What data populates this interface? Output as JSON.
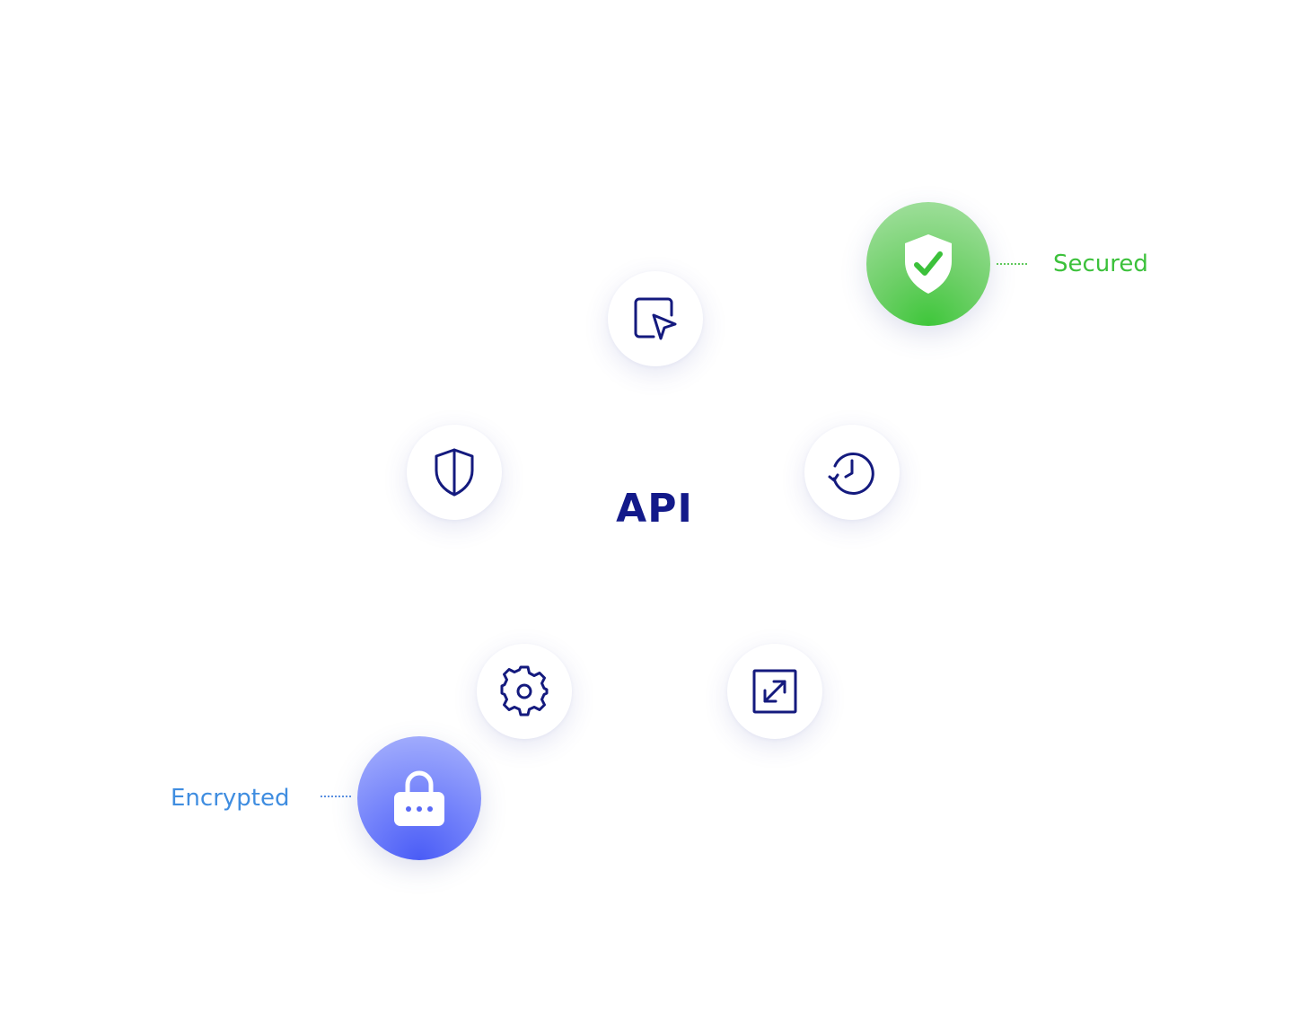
{
  "diagram": {
    "center_label": "API",
    "nodes": [
      {
        "id": "cursor",
        "icon": "cursor-click-icon"
      },
      {
        "id": "shield",
        "icon": "shield-icon"
      },
      {
        "id": "history",
        "icon": "history-icon"
      },
      {
        "id": "settings",
        "icon": "gear-icon"
      },
      {
        "id": "resize",
        "icon": "resize-arrow-icon"
      }
    ],
    "badges": [
      {
        "id": "secured",
        "label": "Secured",
        "icon": "shield-check-icon",
        "color": "#3cc13b"
      },
      {
        "id": "encrypted",
        "label": "Encrypted",
        "icon": "lock-icon",
        "color": "#3f8de0"
      }
    ]
  },
  "colors": {
    "icon_stroke": "#141a7e",
    "title": "#131a8a",
    "secured_green": "#3cc13b",
    "encrypted_blue": "#4a5cf6"
  }
}
